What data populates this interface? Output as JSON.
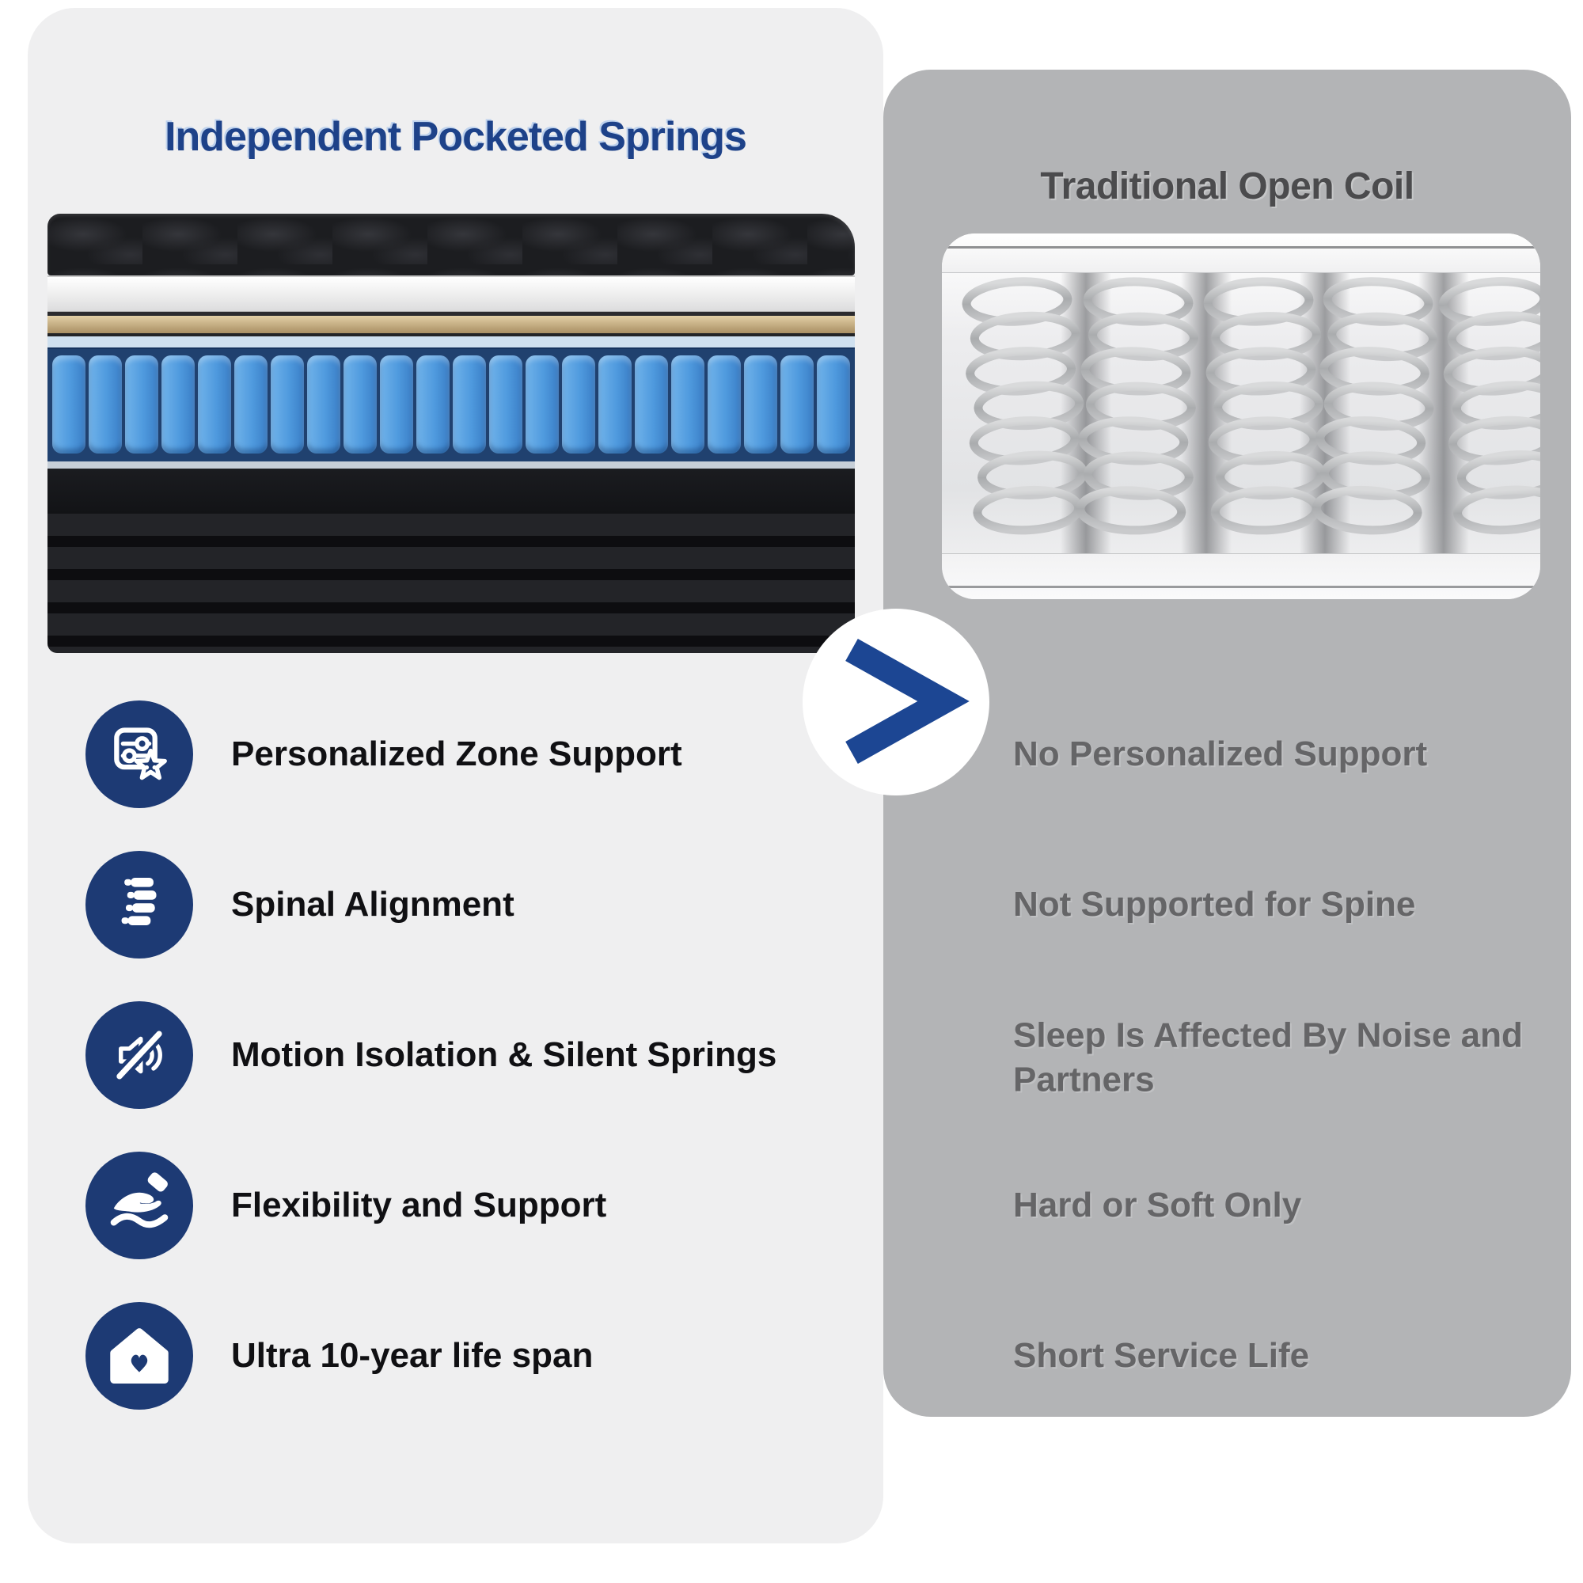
{
  "left_panel": {
    "title": "Independent Pocketed Springs",
    "image": "pocketed-springs-mattress-cutaway",
    "features": [
      {
        "icon": "zone-support-sliders-star-icon",
        "label": "Personalized Zone Support"
      },
      {
        "icon": "spine-icon",
        "label": "Spinal Alignment"
      },
      {
        "icon": "muted-speaker-icon",
        "label": "Motion Isolation & Silent Springs"
      },
      {
        "icon": "hand-flexibility-icon",
        "label": "Flexibility and Support"
      },
      {
        "icon": "house-heart-icon",
        "label": "Ultra 10-year life span"
      }
    ]
  },
  "right_panel": {
    "title": "Traditional Open Coil",
    "image": "open-coil-springs-photo",
    "features": [
      {
        "label": "No Personalized Support"
      },
      {
        "label": "Not Supported for Spine"
      },
      {
        "label": "Sleep Is Affected By Noise and Partners"
      },
      {
        "label": "Hard or Soft Only"
      },
      {
        "label": "Short Service Life"
      }
    ]
  },
  "divider": {
    "symbol": ">",
    "icon": "chevron-right-icon"
  },
  "colors": {
    "left_panel_bg": "#efeff0",
    "right_panel_bg": "#b3b4b6",
    "left_title": "#1e4289",
    "right_title": "#4b4b4d",
    "right_text": "#656567",
    "left_text": "#101013",
    "icon_circle": "#1d3a74",
    "chevron": "#1c4693",
    "spring_blue": "#4f9ade"
  }
}
